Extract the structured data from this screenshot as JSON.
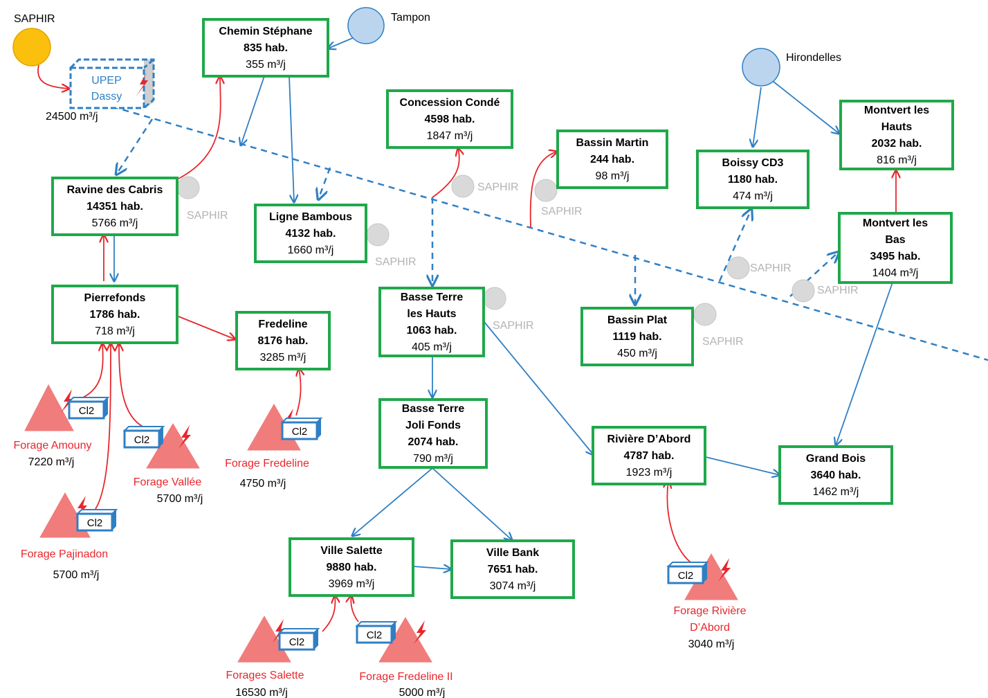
{
  "source_labels": {
    "saphir_top": "SAPHIR",
    "tampon": "Tampon",
    "hirondelles": "Hirondelles",
    "upep_line1": "UPEP",
    "upep_line2": "Dassy",
    "upep_flow": "24500 m³/j"
  },
  "nodes": {
    "chemin": {
      "name": [
        "Chemin Stéphane"
      ],
      "pop": "835 hab.",
      "vol": "355 m³/j"
    },
    "concession": {
      "name": [
        "Concession Condé"
      ],
      "pop": "4598 hab.",
      "vol": "1847 m³/j"
    },
    "bassin_martin": {
      "name": [
        "Bassin Martin"
      ],
      "pop": "244 hab.",
      "vol": "98 m³/j"
    },
    "boissy": {
      "name": [
        "Boissy CD3"
      ],
      "pop": "1180 hab.",
      "vol": "474 m³/j"
    },
    "montvert_hauts": {
      "name": [
        "Montvert les",
        "Hauts"
      ],
      "pop": "2032 hab.",
      "vol": "816 m³/j"
    },
    "ravine": {
      "name": [
        "Ravine des Cabris"
      ],
      "pop": "14351 hab.",
      "vol": "5766 m³/j"
    },
    "ligne": {
      "name": [
        "Ligne Bambous"
      ],
      "pop": "4132 hab.",
      "vol": "1660 m³/j"
    },
    "montvert_bas": {
      "name": [
        "Montvert les",
        "Bas"
      ],
      "pop": "3495 hab.",
      "vol": "1404 m³/j"
    },
    "pierrefonds": {
      "name": [
        "Pierrefonds"
      ],
      "pop": "1786 hab.",
      "vol": "718 m³/j"
    },
    "fredeline": {
      "name": [
        "Fredeline"
      ],
      "pop": "8176 hab.",
      "vol": "3285 m³/j"
    },
    "basse_hauts": {
      "name": [
        "Basse Terre",
        "les Hauts"
      ],
      "pop": "1063 hab.",
      "vol": "405 m³/j"
    },
    "bassin_plat": {
      "name": [
        "Bassin Plat"
      ],
      "pop": "1119 hab.",
      "vol": "450 m³/j"
    },
    "basse_joli": {
      "name": [
        "Basse Terre",
        "Joli Fonds"
      ],
      "pop": "2074 hab.",
      "vol": "790 m³/j"
    },
    "riviere": {
      "name": [
        "Rivière D’Abord"
      ],
      "pop": "4787 hab.",
      "vol": "1923 m³/j"
    },
    "grand_bois": {
      "name": [
        "Grand Bois"
      ],
      "pop": "3640 hab.",
      "vol": "1462 m³/j"
    },
    "ville_salette": {
      "name": [
        "Ville Salette"
      ],
      "pop": "9880 hab.",
      "vol": "3969 m³/j"
    },
    "ville_bank": {
      "name": [
        "Ville Bank"
      ],
      "pop": "7651 hab.",
      "vol": "3074 m³/j"
    }
  },
  "saphir_point_label": "SAPHIR",
  "cl2_label": "Cl2",
  "forages": {
    "amouny": {
      "name": [
        "Forage Amouny"
      ],
      "flow": "7220 m³/j"
    },
    "vallee": {
      "name": [
        "Forage Vallée"
      ],
      "flow": "5700 m³/j"
    },
    "pajinadon": {
      "name": [
        "Forage Pajinadon"
      ],
      "flow": "5700 m³/j"
    },
    "fredeline": {
      "name": [
        "Forage Fredeline"
      ],
      "flow": "4750 m³/j"
    },
    "salette": {
      "name": [
        "Forages Salette"
      ],
      "flow": "16530 m³/j"
    },
    "fredeline2": {
      "name": [
        "Forage Fredeline II"
      ],
      "flow": "5000 m³/j"
    },
    "riviere": {
      "name": [
        "Forage Rivière",
        "D’Abord"
      ],
      "flow": "3040 m³/j"
    }
  },
  "colors": {
    "node_border": "#1fa84a",
    "blue_flow": "#2f7fc4",
    "red_flow": "#e8262b",
    "forage_fill": "#f07c7c",
    "saphir_sun": "#fbbf0d",
    "reservoir": "#bcd5ee",
    "saphir_point": "#d9d9d9"
  }
}
